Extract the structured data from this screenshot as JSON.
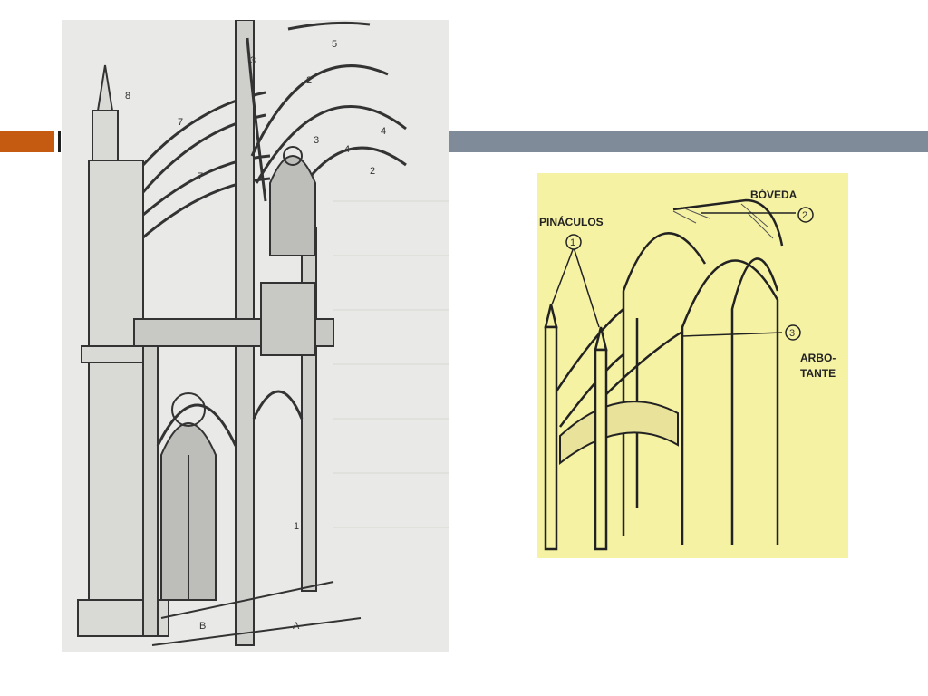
{
  "colors": {
    "accent_orange": "#c55a11",
    "accent_grey": "#7f8b99",
    "panel_yellow": "#f6f2a3",
    "sketch_bg": "#e9e9e7"
  },
  "left_figure": {
    "labels": {
      "l8": "8",
      "l7a": "7",
      "l7b": "7",
      "l3a": "3",
      "l3b": "3",
      "l5": "5",
      "l2a": "2",
      "l2b": "2",
      "l4a": "4",
      "l4b": "4",
      "l1": "1",
      "lA": "A",
      "lB": "B"
    }
  },
  "right_figure": {
    "boveda": "BÓVEDA",
    "pinaculos": "PINÁCULOS",
    "arbotante_1": "ARBO-",
    "arbotante_2": "TANTE",
    "n1": "1",
    "n2": "2",
    "n3": "3"
  }
}
